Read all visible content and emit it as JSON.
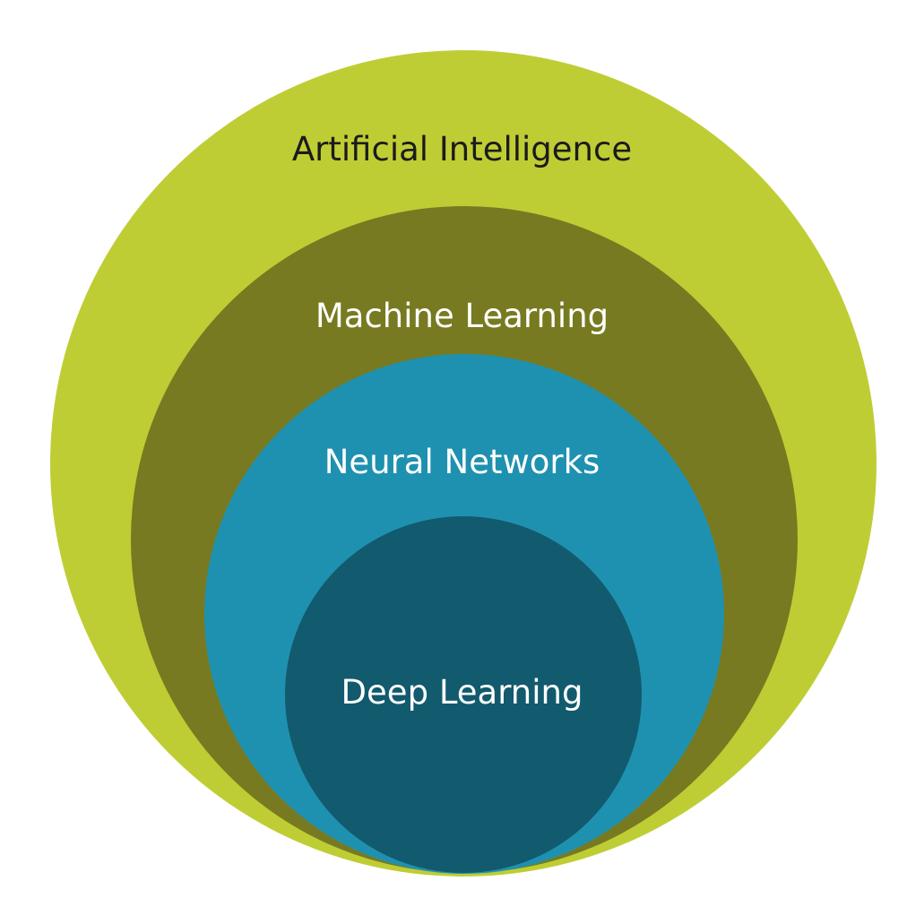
{
  "diagram": {
    "layers": [
      {
        "label": "Artificial Intelligence",
        "color": "#bfcd35",
        "text_color": "#1b1b1b"
      },
      {
        "label": "Machine Learning",
        "color": "#777a20",
        "text_color": "#ffffff"
      },
      {
        "label": "Neural Networks",
        "color": "#1f91b0",
        "text_color": "#ffffff"
      },
      {
        "label": "Deep Learning",
        "color": "#125a6d",
        "text_color": "#ffffff"
      }
    ]
  }
}
